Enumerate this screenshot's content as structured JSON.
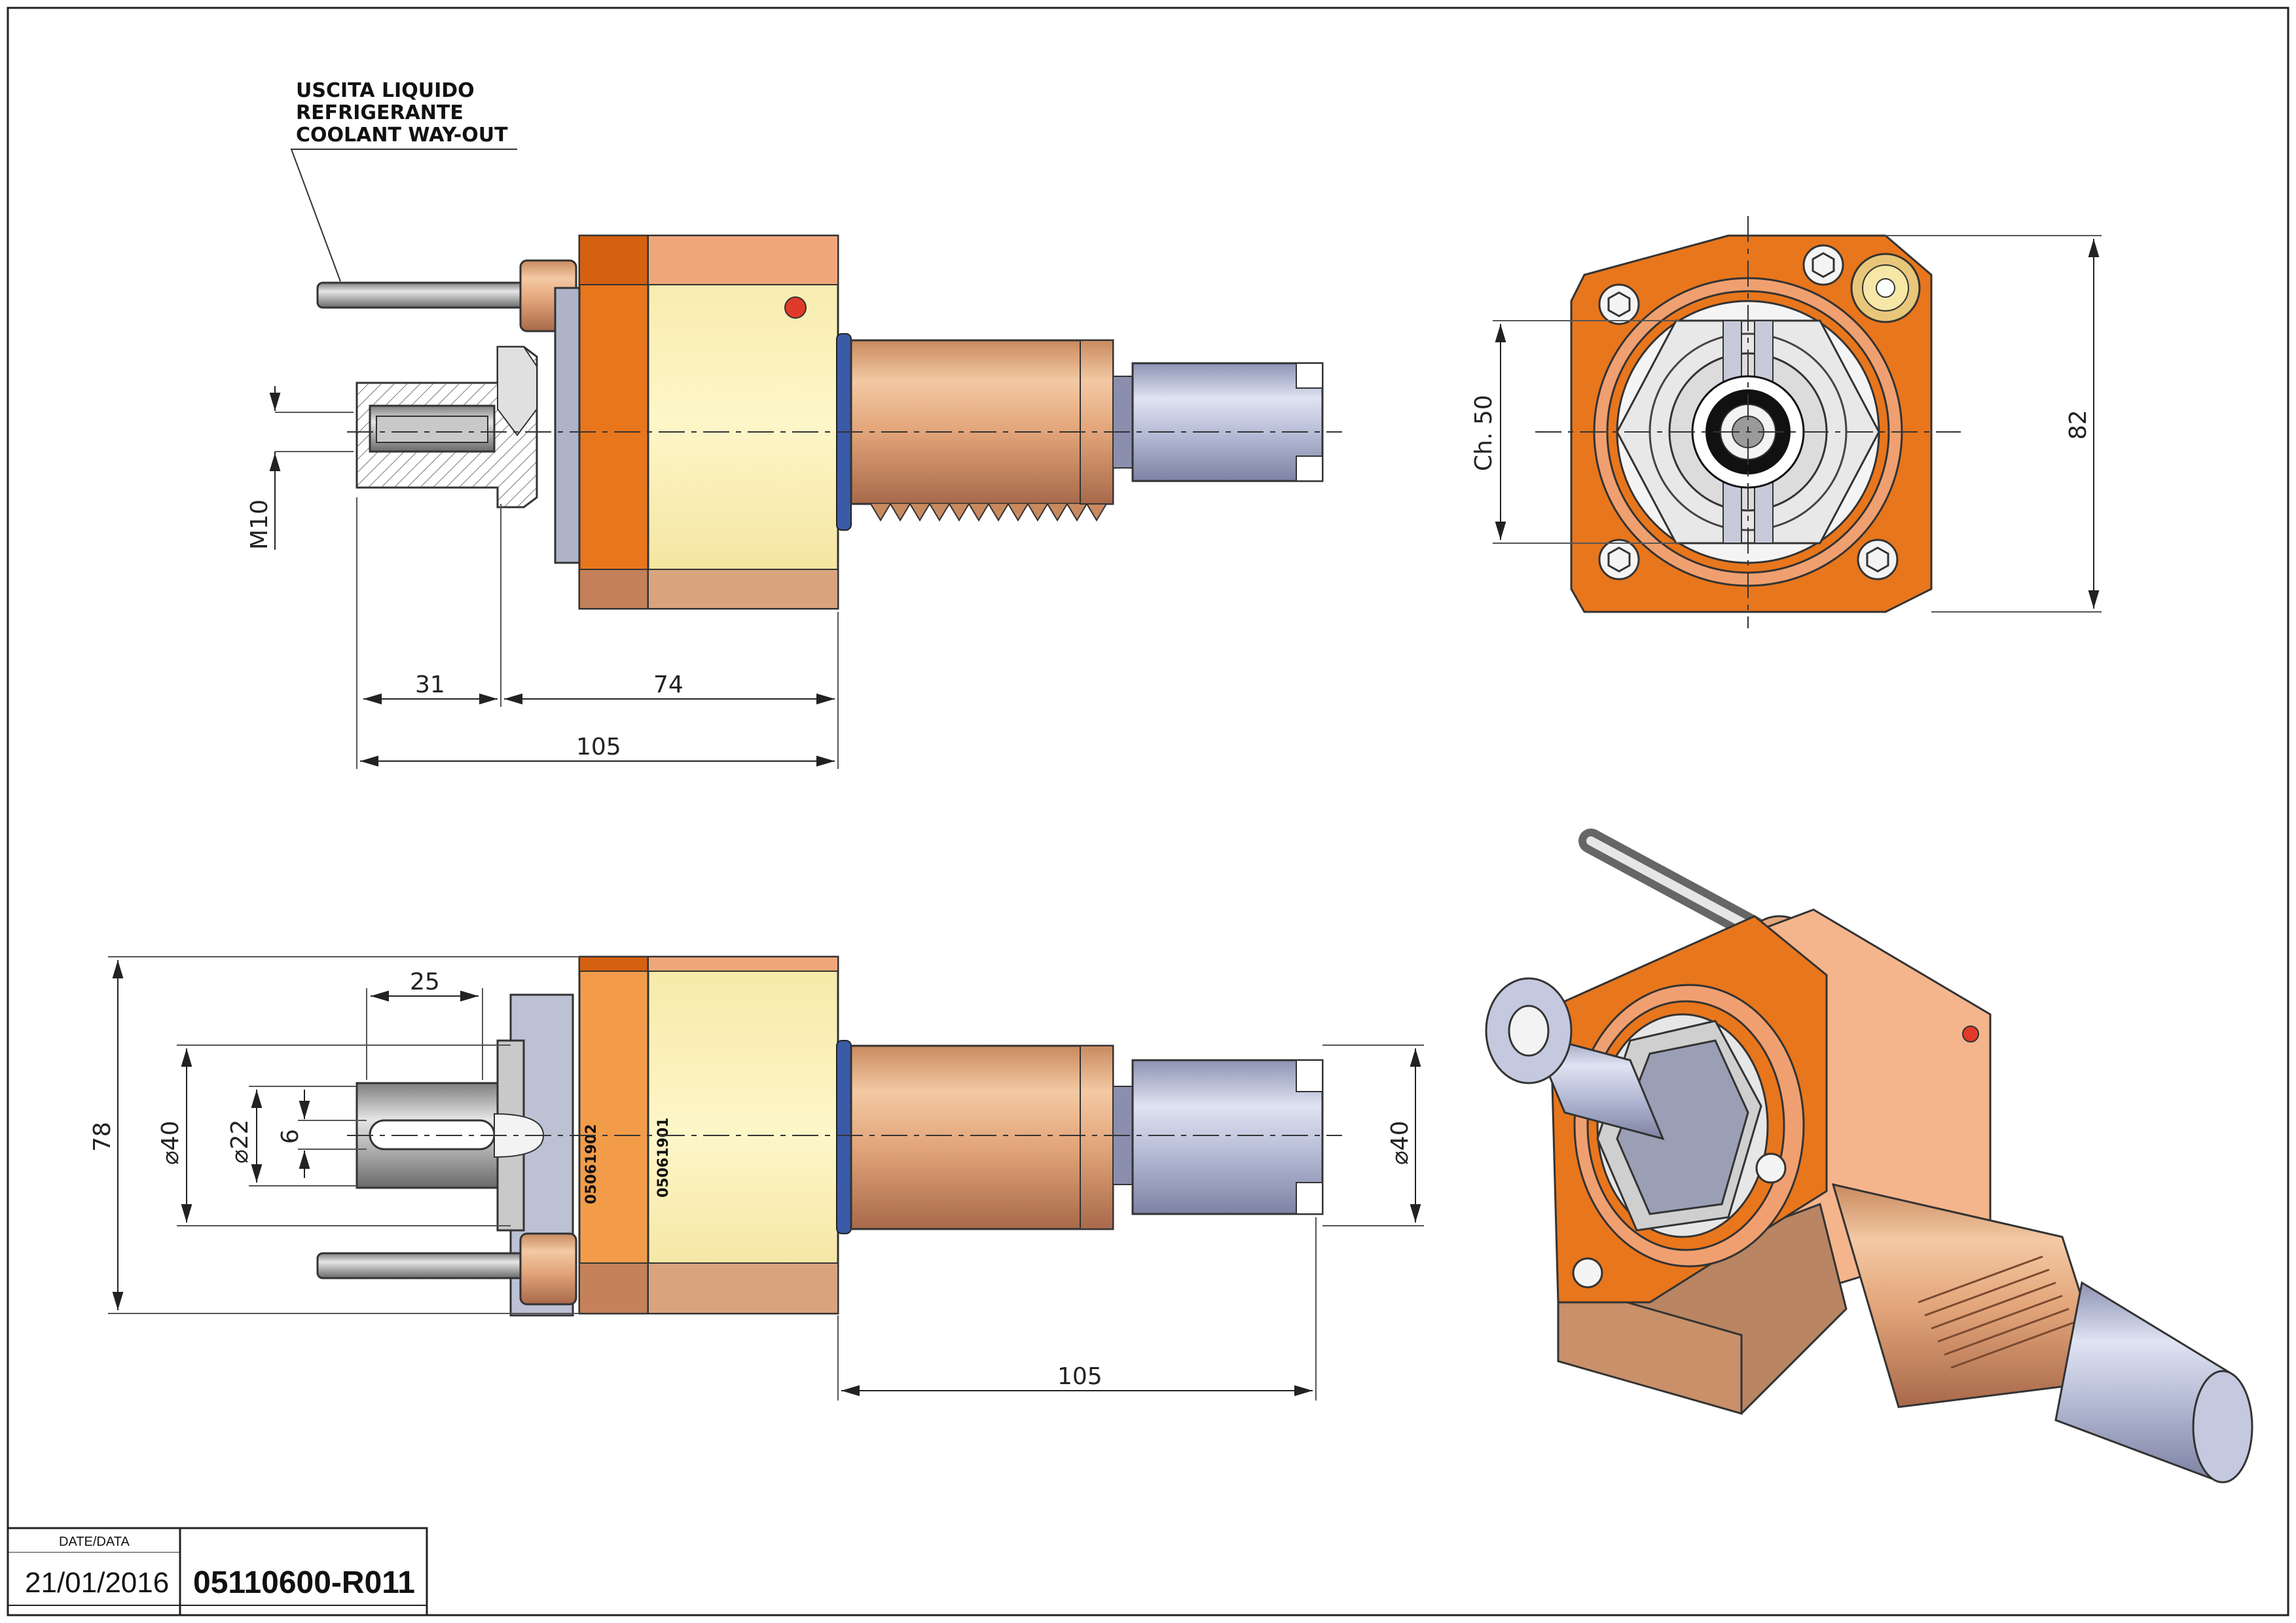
{
  "annotation": {
    "line1": "USCITA LIQUIDO",
    "line2": "REFRIGERANTE",
    "line3": "COOLANT WAY-OUT"
  },
  "dimensions": {
    "m10": "M10",
    "d31": "31",
    "d74": "74",
    "d105_top": "105",
    "ch50": "Ch. 50",
    "d82": "82",
    "d25": "25",
    "d78": "78",
    "dia40_left": "⌀40",
    "dia22": "⌀22",
    "d6": "6",
    "dia40_right": "⌀40",
    "d105_bottom": "105"
  },
  "serials": {
    "s1": "05061902",
    "s2": "05061901"
  },
  "title_block": {
    "date_label": "DATE/DATA",
    "date_value": "21/01/2016",
    "code": "05110600-R011"
  },
  "colors": {
    "orange": "#e8761c",
    "cream": "#fbf3c0",
    "copper": "#dba47a",
    "steel": "#b8bfd8",
    "outline": "#1a1a1a"
  }
}
